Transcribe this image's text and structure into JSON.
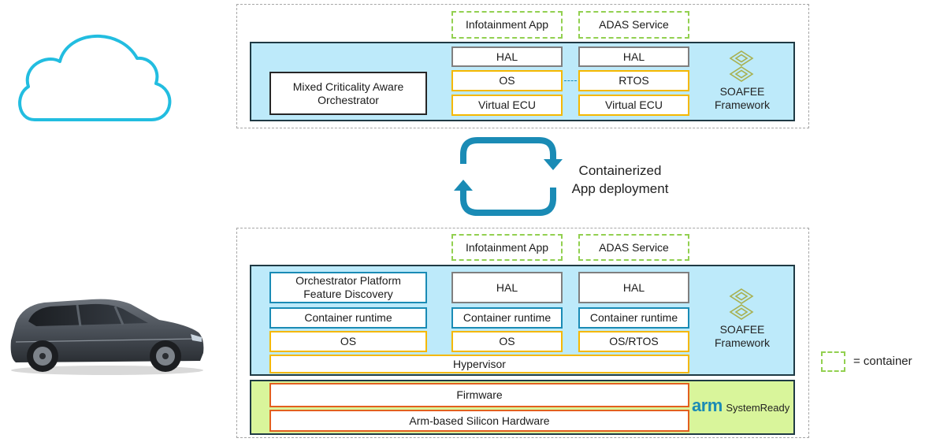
{
  "cloud_section": {
    "containers": [
      "Infotainment App",
      "ADAS Service"
    ],
    "orchestrator": "Mixed Criticality Aware Orchestrator",
    "stack_left": [
      "HAL",
      "OS",
      "Virtual ECU"
    ],
    "stack_right": [
      "HAL",
      "RTOS",
      "Virtual ECU"
    ],
    "framework_label": "SOAFEE Framework"
  },
  "deployment": {
    "label": "Containerized App deployment"
  },
  "vehicle_section": {
    "containers": [
      "Infotainment App",
      "ADAS Service"
    ],
    "orchestrator_discovery": "Orchestrator Platform Feature Discovery",
    "container_runtime": "Container runtime",
    "col_left_os": "OS",
    "col_mid_hal": "HAL",
    "col_mid_runtime": "Container runtime",
    "col_mid_os": "OS",
    "col_right_hal": "HAL",
    "col_right_runtime": "Container runtime",
    "col_right_os": "OS/RTOS",
    "hypervisor": "Hypervisor",
    "framework_label": "SOAFEE Framework",
    "firmware": "Firmware",
    "hardware": "Arm-based Silicon Hardware",
    "arm_logo_word": "arm",
    "arm_logo_suffix": "SystemReady"
  },
  "legend": {
    "label": "= container"
  },
  "icons": {
    "cloud": "cloud-icon",
    "cycle": "cycle-arrows-icon",
    "soafee": "soafee-logo-icon",
    "car": "car-image"
  },
  "colors": {
    "panel_blue": "#bdeafa",
    "panel_green": "#d9f59b",
    "container_green": "#92d050",
    "yellow": "#f5b800",
    "teal": "#1a8bb5",
    "orange": "#e35f1e",
    "gray": "#7f7f7f"
  }
}
